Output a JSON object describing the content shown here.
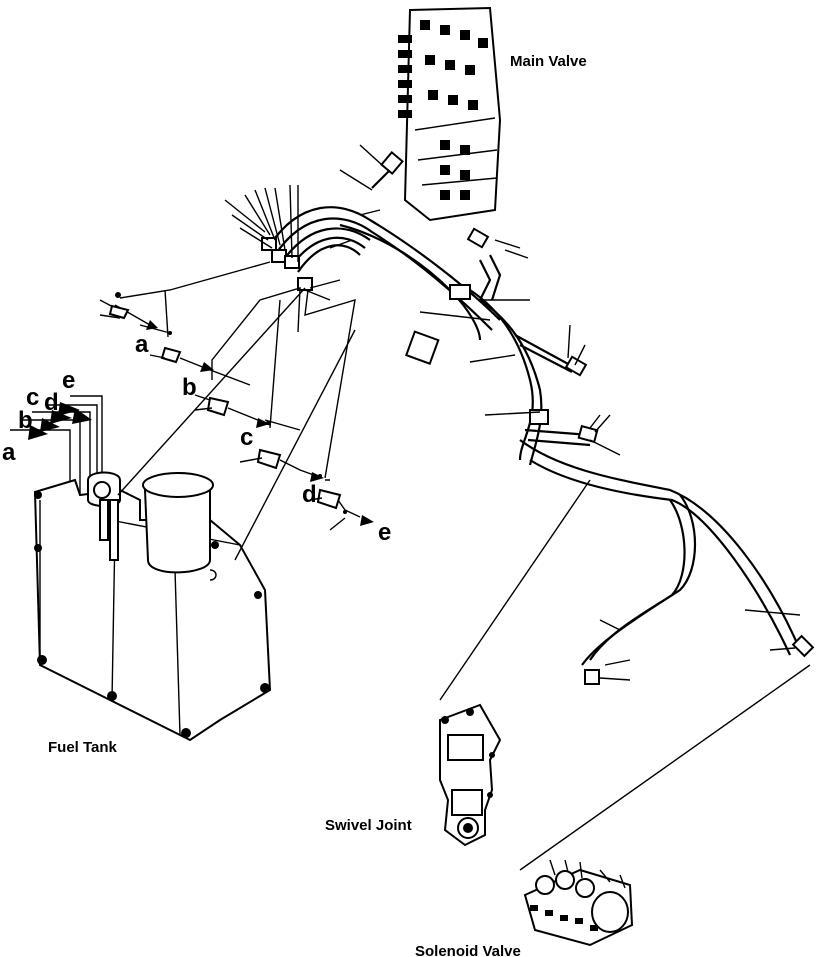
{
  "components": {
    "main_valve": "Main Valve",
    "fuel_tank": "Fuel Tank",
    "swivel_joint": "Swivel Joint",
    "solenoid_valve": "Solenoid Valve"
  },
  "connection_letters": {
    "tank_a": "a",
    "tank_b": "b",
    "tank_c": "c",
    "tank_d": "d",
    "tank_e": "e",
    "fit_a": "a",
    "fit_b": "b",
    "fit_c": "c",
    "fit_d": "d",
    "fit_e": "e"
  }
}
